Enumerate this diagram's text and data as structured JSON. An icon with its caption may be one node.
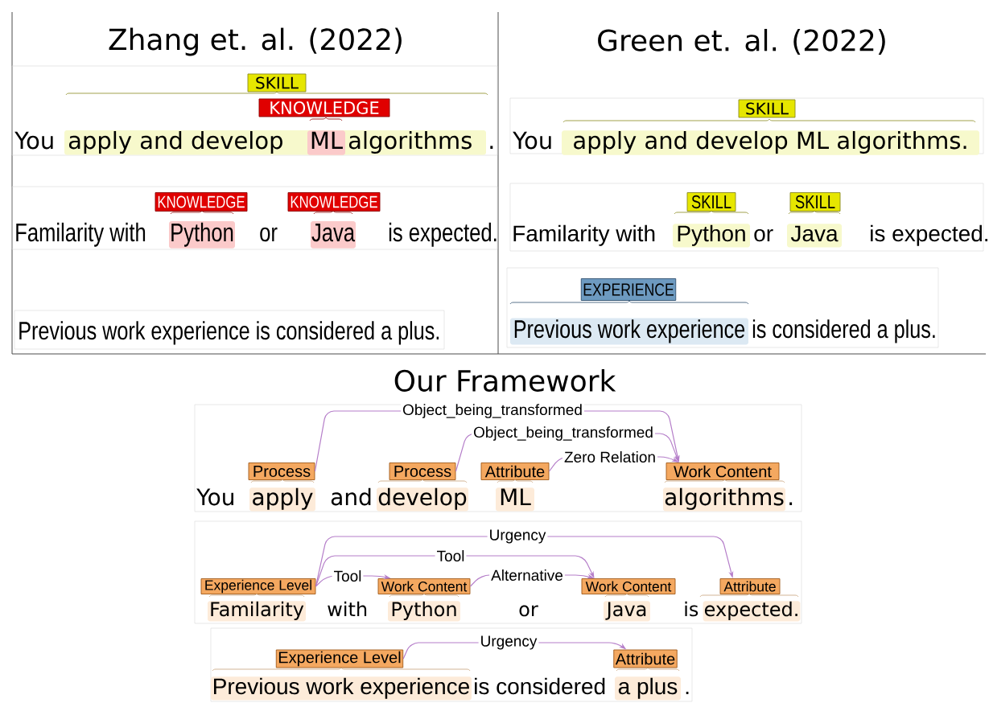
{
  "diagram": {
    "nodes": [
      {
        "text": [
          "You",
          "."
        ]
      },
      {
        "text": [
          "SKILL"
        ],
        "in": 0
      },
      {
        "text": [
          "KNOWLEDGE"
        ],
        "in": 0
      },
      {
        "text": [
          "apply and develop",
          "algorithms"
        ],
        "in": 0
      },
      {
        "text": [
          "ML"
        ],
        "in": 3
      },
      {
        "text": [
          "Familarity with",
          "or",
          "is expected."
        ]
      },
      {
        "text": [
          "KNOWLEDGE"
        ],
        "in": 5
      },
      {
        "text": [
          "KNOWLEDGE"
        ],
        "in": 5
      },
      {
        "text": [
          "Python"
        ],
        "in": 5
      },
      {
        "text": [
          "Java"
        ],
        "in": 5
      },
      {
        "text": [
          "Previous work experience is considered a plus."
        ]
      },
      {
        "text": [
          "You"
        ]
      },
      {
        "text": [
          "SKILL"
        ],
        "in": 11
      },
      {
        "text": [
          "apply and develop ML algorithms."
        ],
        "in": 11
      },
      {
        "text": [
          "Familarity with",
          "or",
          "is expected."
        ]
      },
      {
        "text": [
          "SKILL"
        ],
        "in": 14
      },
      {
        "text": [
          "SKILL"
        ],
        "in": 14
      },
      {
        "text": [
          "Python"
        ],
        "in": 14
      },
      {
        "text": [
          "Java"
        ],
        "in": 14
      },
      {
        "text": [
          "is considered a plus."
        ]
      },
      {
        "text": [
          "EXPERIENCE"
        ],
        "in": 19
      },
      {
        "text": [
          "Previous work experience"
        ],
        "in": 19
      },
      {
        "text": [
          "You",
          "and",
          "."
        ]
      },
      {
        "text": [
          "Process"
        ],
        "in": 22
      },
      {
        "text": [
          "Process"
        ],
        "in": 22
      },
      {
        "text": [
          "Attribute"
        ],
        "in": 22
      },
      {
        "text": [
          "Work Content"
        ],
        "in": 22
      },
      {
        "text": [
          "apply"
        ],
        "in": 22
      },
      {
        "text": [
          "develop"
        ],
        "in": 22
      },
      {
        "text": [
          "ML"
        ],
        "in": 22
      },
      {
        "text": [
          "algorithms"
        ],
        "in": 22
      },
      {
        "text": [
          "with",
          "or",
          "is"
        ]
      },
      {
        "text": [
          "Experience Level"
        ],
        "in": 31
      },
      {
        "text": [
          "Work Content"
        ],
        "in": 31
      },
      {
        "text": [
          "Work Content"
        ],
        "in": 31
      },
      {
        "text": [
          "Attribute"
        ],
        "in": 31
      },
      {
        "text": [
          "Familarity"
        ],
        "in": 31
      },
      {
        "text": [
          "Python"
        ],
        "in": 31
      },
      {
        "text": [
          "Java"
        ],
        "in": 31
      },
      {
        "text": [
          "expected."
        ],
        "in": 31
      },
      {
        "text": [
          "is considered",
          "."
        ]
      },
      {
        "text": [
          "Experience Level"
        ],
        "in": 40
      },
      {
        "text": [
          "Attribute"
        ],
        "in": 40
      },
      {
        "text": [
          "Previous work experience"
        ],
        "in": 40
      },
      {
        "text": [
          "a plus"
        ],
        "in": 40
      }
    ],
    "edges": [
      {
        "from": 23,
        "to": 26,
        "arrow": "to",
        "label": "Object_being_transformed"
      },
      {
        "from": 24,
        "to": 26,
        "arrow": "to",
        "label": "Object_being_transformed"
      },
      {
        "from": 25,
        "to": 26,
        "arrow": "to",
        "label": "Zero Relation"
      },
      {
        "from": 32,
        "to": 35,
        "arrow": "to",
        "label": "Urgency"
      },
      {
        "from": 32,
        "to": 34,
        "arrow": "to",
        "label": "Tool"
      },
      {
        "from": 32,
        "to": 33,
        "arrow": "to",
        "label": "Tool"
      },
      {
        "from": 33,
        "to": 34,
        "arrow": "to",
        "label": "Alternative"
      },
      {
        "from": 41,
        "to": 42,
        "arrow": "to",
        "label": "Urgency"
      }
    ],
    "labels": [
      "Zhang et. al. (2022)",
      "Green et. al. (2022)",
      "Our Framework"
    ]
  }
}
